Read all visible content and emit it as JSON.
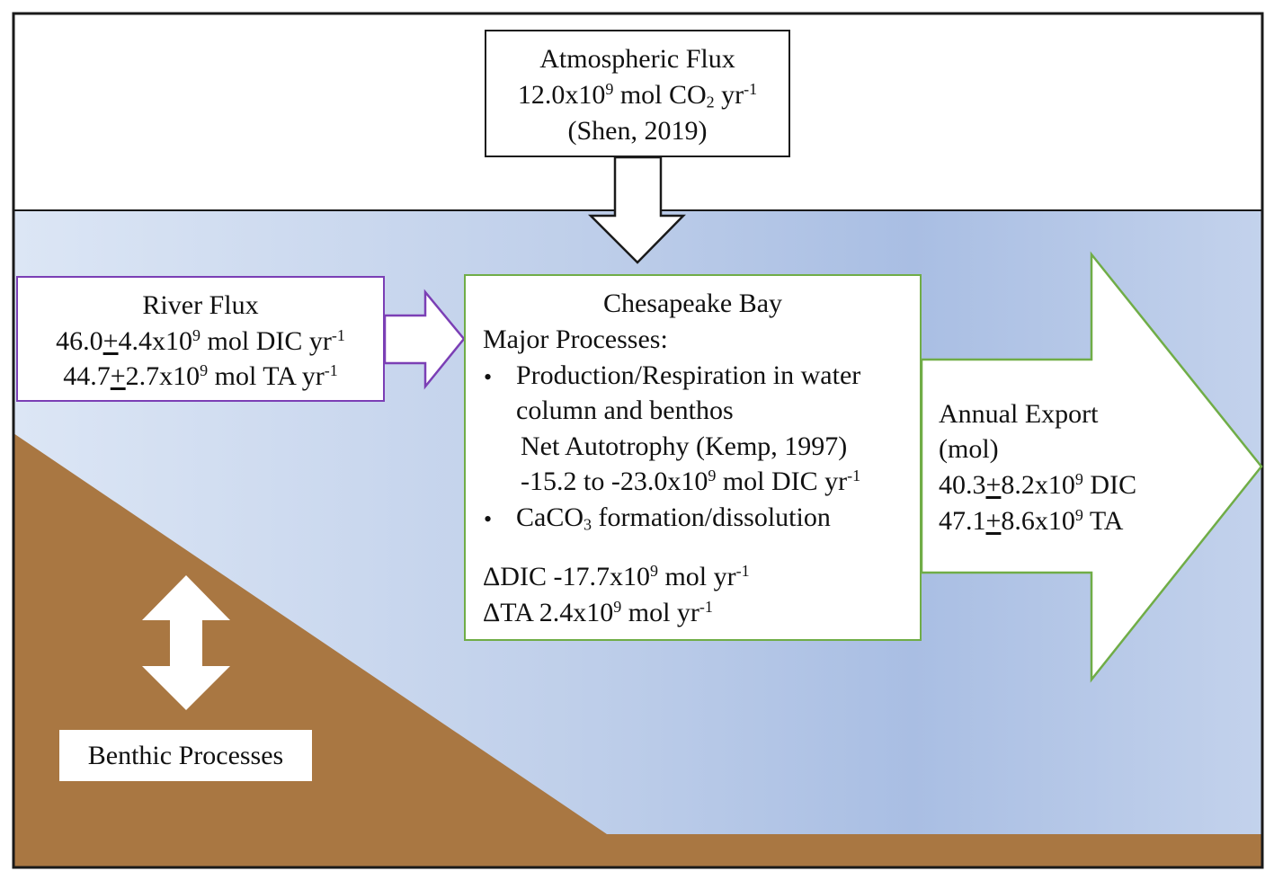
{
  "atmospheric": {
    "title": "Atmospheric Flux",
    "value": "12.0x10",
    "exp": "9",
    "unit_a": " mol CO",
    "unit_sub": "2",
    "unit_b": " yr",
    "unit_exp": "-1",
    "citation": "(Shen, 2019)"
  },
  "river": {
    "title": "River Flux",
    "dic_value": "46.0",
    "dic_pm": "+",
    "dic_err": "4.4x10",
    "dic_exp": "9",
    "dic_unit": " mol DIC yr",
    "dic_unit_exp": "-1",
    "ta_value": "44.7",
    "ta_pm": "+",
    "ta_err": "2.7x10",
    "ta_exp": "9",
    "ta_unit": " mol TA yr",
    "ta_unit_exp": "-1"
  },
  "bay": {
    "title": "Chesapeake Bay",
    "processes_label": "Major Processes:",
    "bullet_char": "•",
    "bullet1_line1": "Production/Respiration in water",
    "bullet1_line2": "column and benthos",
    "autotrophy": "Net Autotrophy (Kemp, 1997)",
    "autotrophy_range": "-15.2 to -23.0x10",
    "autotrophy_exp": "9",
    "autotrophy_unit": " mol DIC yr",
    "autotrophy_unit_exp": "-1",
    "bullet2_a": "CaCO",
    "bullet2_sub": "3",
    "bullet2_b": " formation/dissolution",
    "delta_dic": "ΔDIC -17.7x10",
    "delta_dic_exp": "9",
    "delta_dic_unit": " mol yr",
    "delta_dic_unit_exp": "-1",
    "delta_ta": "ΔTA 2.4x10",
    "delta_ta_exp": "9",
    "delta_ta_unit": " mol yr",
    "delta_ta_unit_exp": "-1"
  },
  "export": {
    "title": "Annual Export",
    "unit": "(mol)",
    "dic_value": "40.3",
    "dic_pm": "+",
    "dic_err": "8.2x10",
    "dic_exp": "9",
    "dic_label": " DIC",
    "ta_value": "47.1",
    "ta_pm": "+",
    "ta_err": "8.6x10",
    "ta_exp": "9",
    "ta_label": " TA"
  },
  "benthic": {
    "label": "Benthic Processes"
  },
  "colors": {
    "water_light": "#dbe5f4",
    "water_mid": "#bccde9",
    "water_dark": "#aabfe3",
    "sediment": "#a97742",
    "river_border": "#7b3fb5",
    "bay_border": "#70ad47",
    "frame": "#1a1a1a"
  }
}
